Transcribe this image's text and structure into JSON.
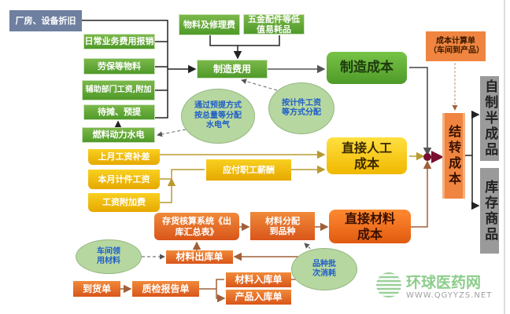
{
  "overhead_sources": {
    "depreciation": "厂房、设备折旧",
    "daily_expense": "日常业务费用报销",
    "labor_protection": "劳保等物料",
    "aux_dept_wages": "辅助部门工资,附加",
    "prepaid_accrued": "待摊、预提",
    "fuel_power": "燃料动力水电",
    "materials_repair": "物料及修理费",
    "hardware": "五金配件等低值易耗品"
  },
  "manufacturing_overhead": "制造费用",
  "manufacturing_cost": "制造成本",
  "notes": {
    "utilities_allocation": "通过预提方式按总量等分配水电气",
    "piece_wage_allocation": "按计件工资等方式分配",
    "workshop_materials": "车间领用材料",
    "batch_consumption": "品种批次消耗"
  },
  "labor": {
    "last_month_diff": "上月工资补差",
    "piece_wages": "本月计件工资",
    "wage_surcharge": "工资附加费",
    "payable_salaries": "应付职工薪酬",
    "direct_labor_cost": "直接人工成本"
  },
  "materials": {
    "inventory_system": "存货核算系统《出库汇总表》",
    "allocation": "材料分配到品种",
    "direct_material_cost": "直接材料成本",
    "issue_slip": "材料出库单",
    "arrival_slip": "到货单",
    "qc_report": "质检报告单",
    "material_receipt": "材料入库单",
    "product_receipt": "产品入库单"
  },
  "costing_sheet": "成本计算单（车间到产品）",
  "carry_forward": "结转成本",
  "outputs": {
    "semi_finished": "自制半成品",
    "inventory_goods": "库存商品"
  },
  "watermark": {
    "name": "环球医药网",
    "url": "WWW.QGYYZS.NET"
  }
}
